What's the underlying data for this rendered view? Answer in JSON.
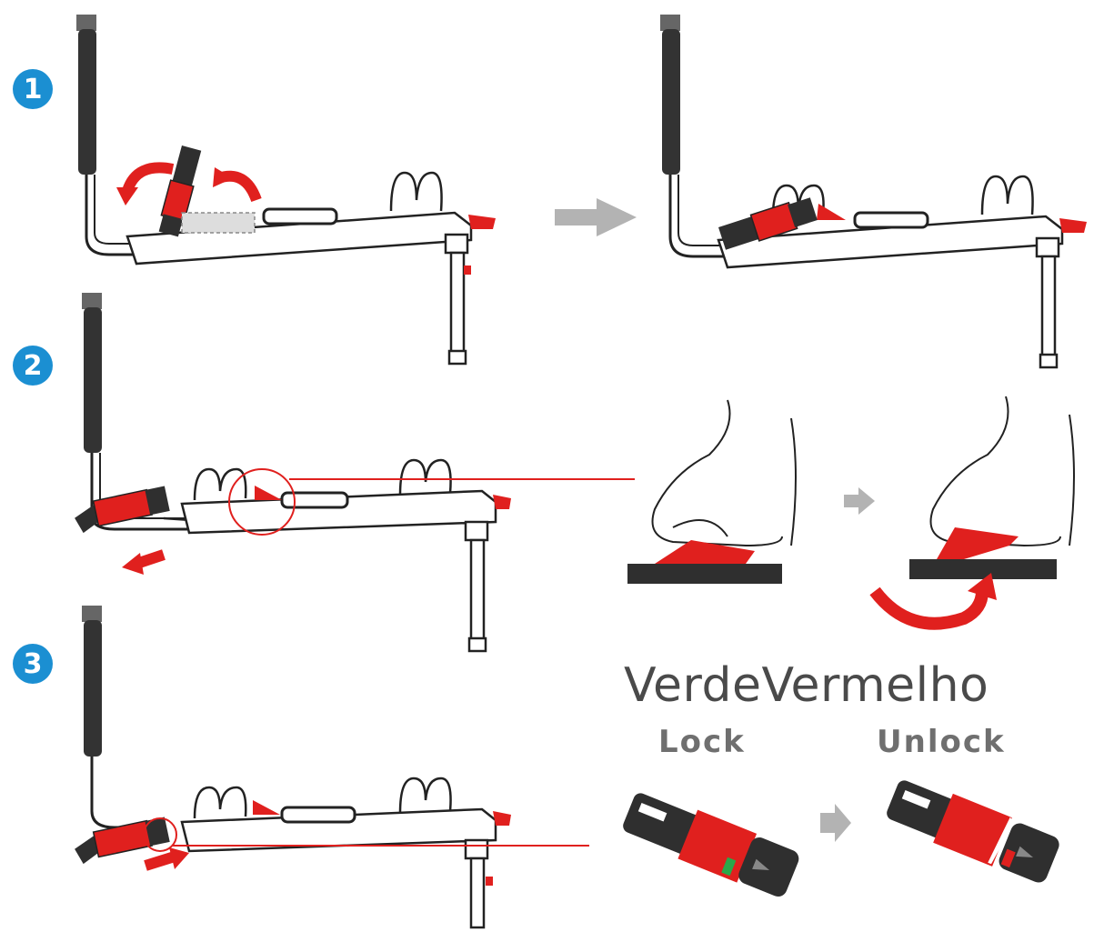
{
  "steps": [
    {
      "number": "1"
    },
    {
      "number": "2"
    },
    {
      "number": "3"
    }
  ],
  "labels": {
    "main_caption": "VerdeVermelho",
    "lock": "Lock",
    "unlock": "Unlock"
  },
  "colors": {
    "badge": "#1b8fd2",
    "accent_red": "#e0201e",
    "arrow_gray": "#b3b3b3",
    "handle_dark": "#2f2f2f",
    "indicator_green": "#2aa84a"
  }
}
